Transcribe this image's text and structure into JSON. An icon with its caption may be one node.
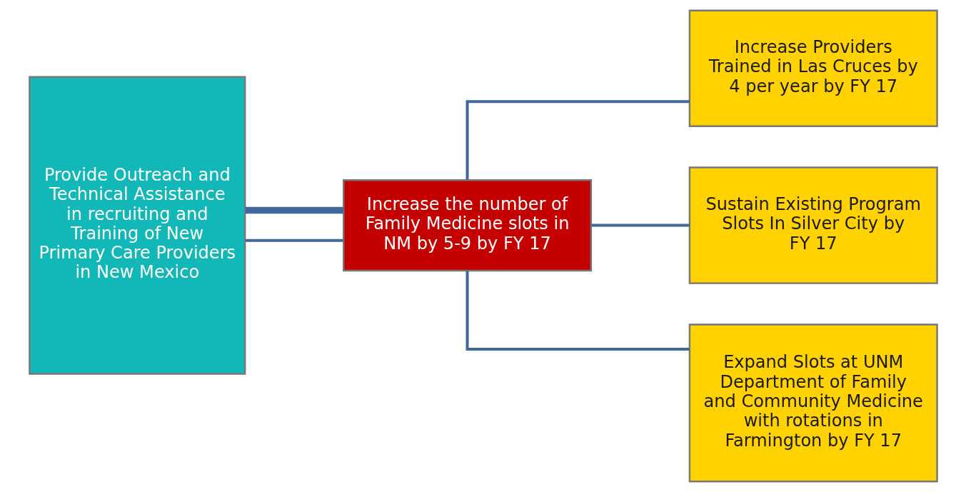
{
  "diagram": {
    "nodes": [
      {
        "text": [
          "Provide Outreach and Technical Assistance in recruiting and Training of New Primary Care Providers in New Mexico"
        ]
      },
      {
        "text": [
          "Increase the number of Family Medicine slots in NM by 5-9 by FY 17"
        ]
      },
      {
        "text": [
          "Increase Providers Trained in Las Cruces by 4 per year by FY 17"
        ]
      },
      {
        "text": [
          "Sustain Existing Program Slots In Silver City by FY 17"
        ]
      },
      {
        "text": [
          "Expand Slots at UNM Department of Family and Community Medicine with rotations in  Farmington by FY 17"
        ]
      }
    ],
    "edges": [
      {
        "from": 0,
        "to": 1,
        "arrow": "none"
      },
      {
        "from": 0,
        "to": 1,
        "arrow": "none",
        "style": "thick"
      },
      {
        "from": 1,
        "to": 2,
        "arrow": "none"
      },
      {
        "from": 1,
        "to": 3,
        "arrow": "none"
      },
      {
        "from": 1,
        "to": 4,
        "arrow": "none"
      }
    ]
  }
}
